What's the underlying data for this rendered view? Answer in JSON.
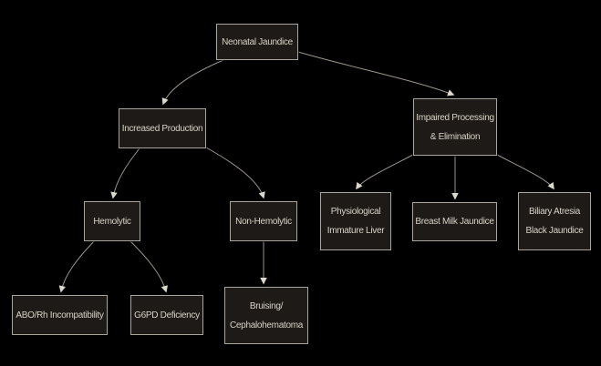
{
  "theme": {
    "background": "#000000",
    "node_fill": "#1d1a17",
    "node_border": "#a9a49c",
    "text_color": "#d9d3c7",
    "edge_color": "#9a958d",
    "arrowhead_color": "#ddd8cc"
  },
  "nodes": {
    "neonatal": {
      "label": "Neonatal Jaundice"
    },
    "increased": {
      "label": "Increased Production"
    },
    "impaired": {
      "label": "Impaired Processing\n& Elimination"
    },
    "hemolytic": {
      "label": "Hemolytic"
    },
    "non_hemolytic": {
      "label": "Non-Hemolytic"
    },
    "physiological": {
      "label": "Physiological\nImmature Liver"
    },
    "breast_milk": {
      "label": "Breast Milk Jaundice"
    },
    "biliary": {
      "label": "Biliary Atresia\nBlack Jaundice"
    },
    "abo_rh": {
      "label": "ABO/Rh Incompatibility"
    },
    "g6pd": {
      "label": "G6PD Deficiency"
    },
    "bruising": {
      "label": "Bruising/\nCephalohematoma"
    }
  },
  "edges": [
    {
      "from": "neonatal",
      "to": "increased"
    },
    {
      "from": "neonatal",
      "to": "impaired"
    },
    {
      "from": "increased",
      "to": "hemolytic"
    },
    {
      "from": "increased",
      "to": "non_hemolytic"
    },
    {
      "from": "impaired",
      "to": "physiological"
    },
    {
      "from": "impaired",
      "to": "breast_milk"
    },
    {
      "from": "impaired",
      "to": "biliary"
    },
    {
      "from": "hemolytic",
      "to": "abo_rh"
    },
    {
      "from": "hemolytic",
      "to": "g6pd"
    },
    {
      "from": "non_hemolytic",
      "to": "bruising"
    }
  ]
}
